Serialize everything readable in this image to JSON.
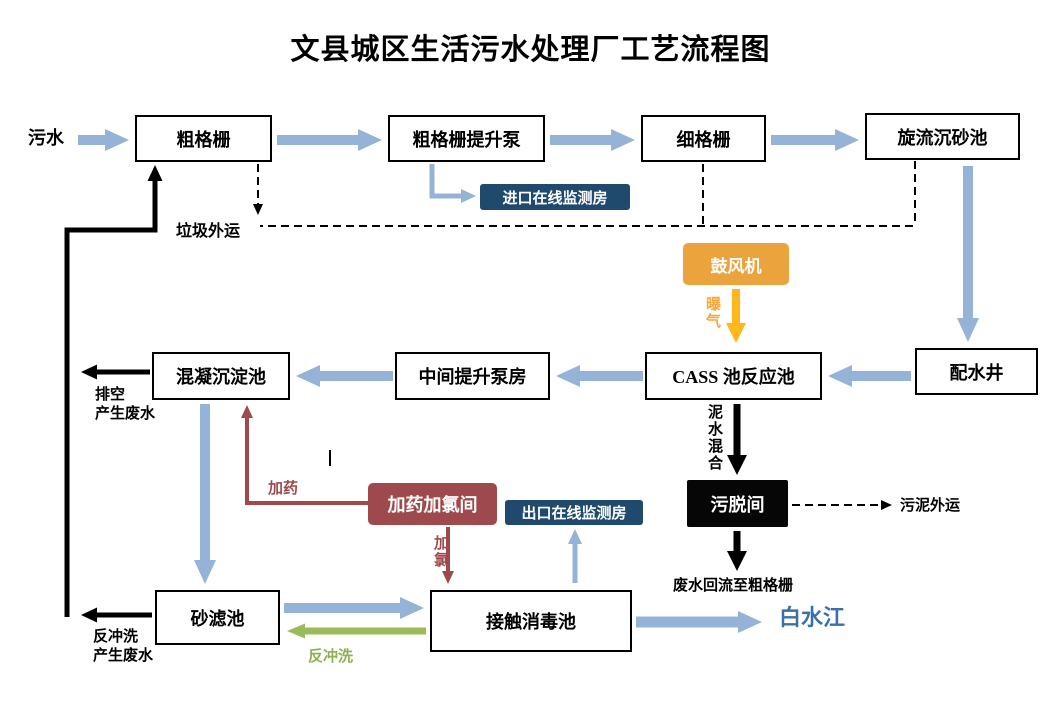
{
  "title": "文县城区生活污水处理厂工艺流程图",
  "boxes": {
    "coarse_screen": "粗格栅",
    "coarse_screen_pump": "粗格栅提升泵",
    "fine_screen": "细格栅",
    "vortex_grit_chamber": "旋流沉砂池",
    "inlet_monitor": "进口在线监测房",
    "blower": "鼓风机",
    "distribution_well": "配水井",
    "cass_reactor": "CASS 池反应池",
    "intermediate_pump": "中间提升泵房",
    "coagulation_tank": "混凝沉淀池",
    "sludge_dewatering": "污脱间",
    "dosing_room": "加药加氯间",
    "outlet_monitor": "出口在线监测房",
    "sand_filter": "砂滤池",
    "contact_disinfection": "接触消毒池"
  },
  "labels": {
    "influent": "污水",
    "garbage_out": "垃圾外运",
    "aeration": "曝气",
    "sludge_water_mix": "泥水混合",
    "sludge_out": "污泥外运",
    "wastewater_return": "废水回流至粗格栅",
    "drain_wastewater": "排空\n产生废水",
    "backwash_wastewater": "反冲洗\n产生废水",
    "dosing": "加药",
    "chlorination": "加氯",
    "backwash": "反冲洗",
    "river": "白水江"
  },
  "colors": {
    "flow_arrow_blue": "#95B3D7",
    "monitor_box_navy": "#1F4A6E",
    "blower_box_orange": "#EBA43D",
    "aeration_arrow_gold": "#FFB81C",
    "dosing_box_red": "#9E4A4D",
    "backwash_arrow_green": "#9BBB59",
    "river_text_blue": "#3A70A9",
    "sludge_box_black": "#060606"
  }
}
